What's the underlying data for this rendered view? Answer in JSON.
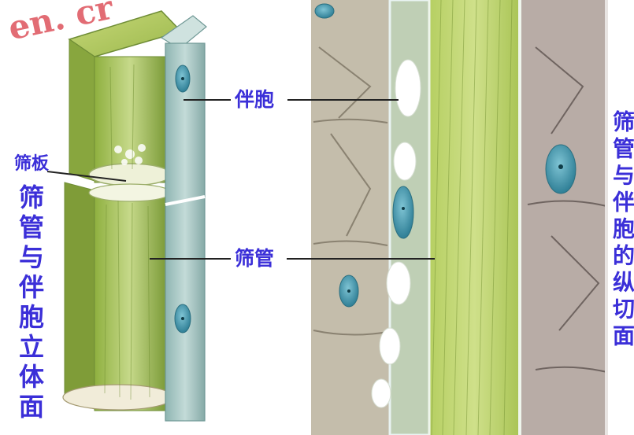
{
  "watermark": {
    "text": "en. cr"
  },
  "labels": {
    "companion_cell": "伴胞",
    "sieve_plate": "筛板",
    "sieve_tube": "筛管"
  },
  "captions": {
    "left_vertical": "筛管与伴胞立体面",
    "right_vertical": "筛管与伴胞的纵切面"
  },
  "colors": {
    "label_text": "#3b2fd8",
    "sieve_tube_green": "#a9c855",
    "companion_cell_teal": "#9fc3c0",
    "nucleus": "#3f92a8",
    "parenchyma": "#c2b7ad"
  }
}
